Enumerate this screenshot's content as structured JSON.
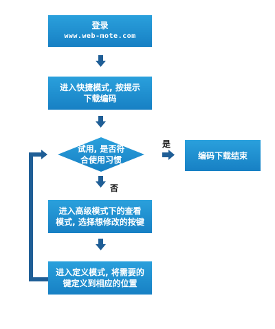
{
  "flow": {
    "step1": {
      "title": "登录",
      "url": "www.web-mote.com"
    },
    "step2": {
      "line1": "进入快捷模式, 按提示",
      "line2": "下载编码"
    },
    "decision": {
      "line1": "试用, 是否符",
      "line2": "合使用习惯"
    },
    "yes_label": "是",
    "no_label": "否",
    "end": {
      "text": "编码下载结束"
    },
    "step3": {
      "line1": "进入高级模式下的查看",
      "line2": "模式, 选择想修改的按键"
    },
    "step4": {
      "line1": "进入定义模式, 将需要的",
      "line2": "键定义到相应的位置"
    }
  },
  "colors": {
    "box": "#1a8ad0",
    "arrow": "#1f5e96",
    "loop": "#1f5e96"
  }
}
